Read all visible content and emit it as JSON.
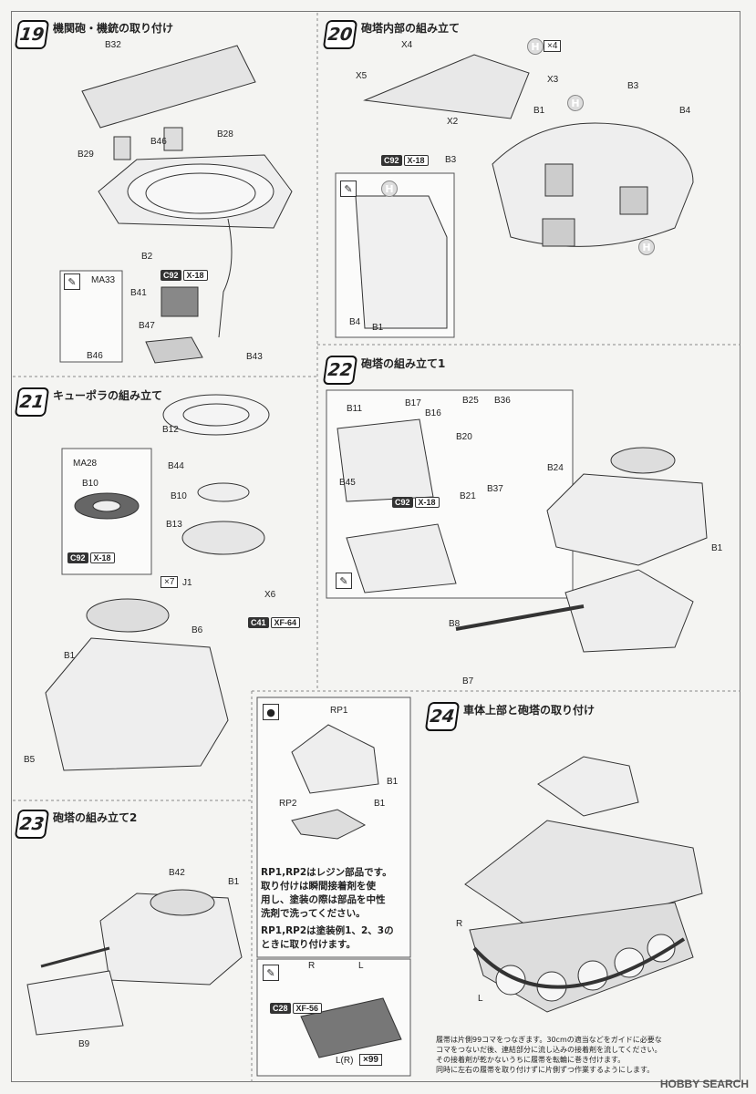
{
  "steps": {
    "s19": {
      "num": "19",
      "title": "機関砲・機銃の取り付け",
      "labels": [
        "B32",
        "B28",
        "B29",
        "B46",
        "B2",
        "MA33",
        "B46",
        "B41",
        "B47",
        "B43"
      ],
      "paint": {
        "c": "C92",
        "x": "X-18"
      }
    },
    "s20": {
      "num": "20",
      "title": "砲塔内部の組み立て",
      "labels": [
        "X4",
        "X5",
        "X3",
        "X2",
        "B3",
        "B1",
        "B3",
        "B4",
        "H",
        "B4",
        "B1"
      ],
      "paint": {
        "c": "C92",
        "x": "X-18"
      },
      "count": "×4"
    },
    "s21": {
      "num": "21",
      "title": "キューポラの組み立て",
      "labels": [
        "B12",
        "MA28",
        "B10",
        "B44",
        "B10",
        "B13",
        "J1",
        "X6",
        "B6",
        "B1",
        "B5"
      ],
      "paint1": {
        "c": "C92",
        "x": "X-18"
      },
      "paint2": {
        "c": "C41",
        "x": "XF-64"
      },
      "count": "×7"
    },
    "s22": {
      "num": "22",
      "title": "砲塔の組み立て1",
      "labels": [
        "B11",
        "B17",
        "B16",
        "B25",
        "B36",
        "B20",
        "B24",
        "B21",
        "B37",
        "B45",
        "B1",
        "B8",
        "B7"
      ],
      "paint": {
        "c": "C92",
        "x": "X-18"
      }
    },
    "s23": {
      "num": "23",
      "title": "砲塔の組み立て2",
      "labels": [
        "B42",
        "B1",
        "B9"
      ]
    },
    "s24": {
      "num": "24",
      "title": "車体上部と砲塔の取り付け",
      "labels": [
        "R",
        "L"
      ]
    }
  },
  "resin": {
    "labels": [
      "RP1",
      "B1",
      "RP2",
      "B1"
    ],
    "note1": "RP1,RP2はレジン部品です。",
    "note2": "取り付けは瞬間接着剤を使",
    "note3": "用し、塗装の際は部品を中性",
    "note4": "洗剤で洗ってください。",
    "note5": "RP1,RP2は塗装例1、2、3の",
    "note6": "ときに取り付けます。"
  },
  "track": {
    "r": "R",
    "l": "L",
    "paint": {
      "c": "C28",
      "x": "XF-56"
    },
    "lr": "L(R)",
    "count": "×99"
  },
  "track_note": {
    "line1": "履帯は片側99コマをつなぎます。30cmの適当などをガイドに必要な",
    "line2": "コマをつないだ後、連結部分に流し込みの接着剤を流してください。",
    "line3": "その接着剤が乾かないうちに履帯を転輪に巻き付けます。",
    "line4": "同時に左右の履帯を取り付けずに片側ずつ作業するようにします。"
  },
  "watermark": "HOBBY SEARCH"
}
